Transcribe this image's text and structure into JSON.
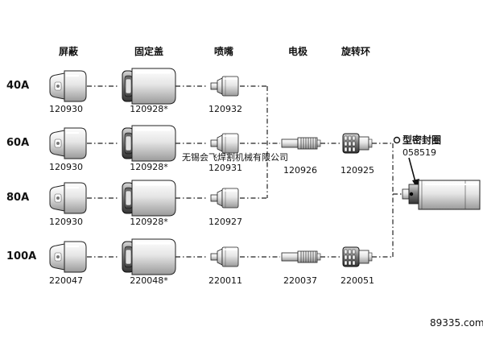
{
  "headers": {
    "shield": "屏蔽",
    "retaining_cap": "固定盖",
    "nozzle": "喷嘴",
    "electrode": "电极",
    "swirl_ring": "旋转环"
  },
  "rows": [
    {
      "amps": "40A",
      "shield": "120930",
      "retaining_cap": "120928*",
      "nozzle": "120932"
    },
    {
      "amps": "60A",
      "shield": "120930",
      "retaining_cap": "120928*",
      "nozzle": "120931"
    },
    {
      "amps": "80A",
      "shield": "120930",
      "retaining_cap": "120928*",
      "nozzle": "120927"
    },
    {
      "amps": "100A",
      "shield": "220047",
      "retaining_cap": "220048*",
      "nozzle": "220011"
    }
  ],
  "shared_parts": {
    "electrode": "120926",
    "swirl_ring": "120925"
  },
  "row100_parts": {
    "electrode": "220037",
    "swirl_ring": "220051"
  },
  "oring": {
    "label": "型密封圈",
    "part": "058519"
  },
  "watermark": "无锡会飞焊割机械有限公司",
  "site": "89335.com"
}
